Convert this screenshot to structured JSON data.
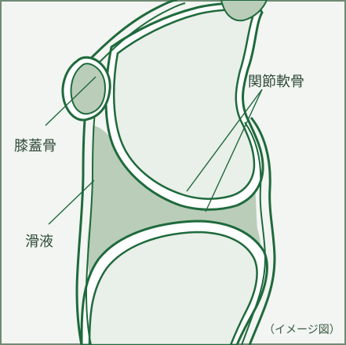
{
  "labels": {
    "patella": "膝蓋骨",
    "articular_cartilage": "関節軟骨",
    "synovial_fluid": "滑液",
    "image_note": "（イメージ図）"
  },
  "colors": {
    "outline": "#1f6a3c",
    "bone_fill": "#e9efe9",
    "cartilage_fill": "#ffffff",
    "synovial_fill": "#b9cdb9",
    "patella_fill": "#b9cdb9",
    "background": "#f2f5f2",
    "border": "#6e8a74"
  }
}
